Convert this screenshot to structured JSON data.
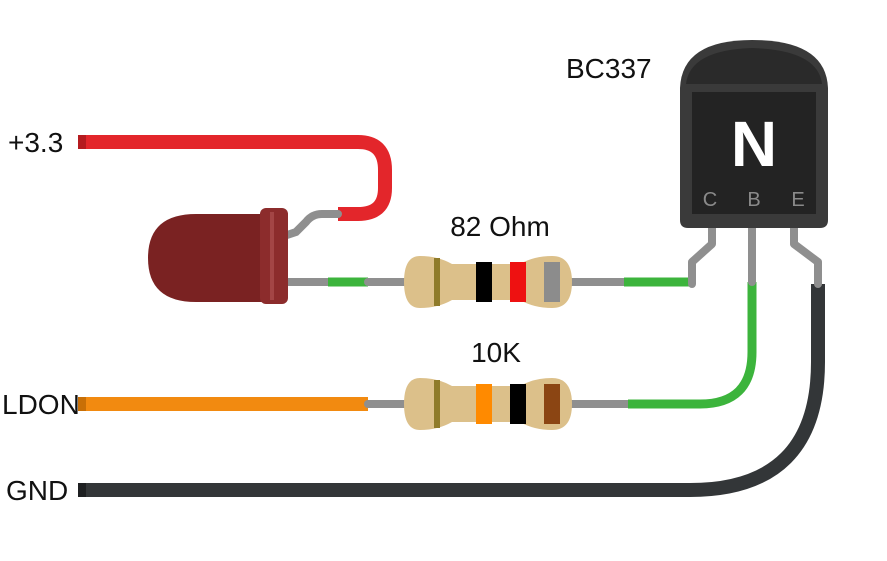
{
  "labels": {
    "supply": "+3.3",
    "ldon": "LDON",
    "gnd": "GND",
    "transistor_model": "BC337",
    "transistor_type": "N",
    "pin_c": "C",
    "pin_b": "B",
    "pin_e": "E",
    "resistor_top": "82 Ohm",
    "resistor_bottom": "10K"
  },
  "colors": {
    "wire_supply": "#e3262b",
    "wire_ldon": "#f28a10",
    "wire_gnd": "#333638",
    "wire_green": "#3cb43c",
    "lead": "#8f8f8f",
    "led_body": "#7a2222",
    "resistor_body": "#dcc08a",
    "transistor_body": "#2b2b2b"
  },
  "resistor_top_bands": [
    "#000000",
    "#ee1111",
    "#8c8c8c"
  ],
  "resistor_bottom_bands": [
    "#ff8a00",
    "#000000",
    "#8b4513"
  ],
  "icons": [
    "led-icon",
    "resistor-icon",
    "npn-transistor-icon"
  ]
}
